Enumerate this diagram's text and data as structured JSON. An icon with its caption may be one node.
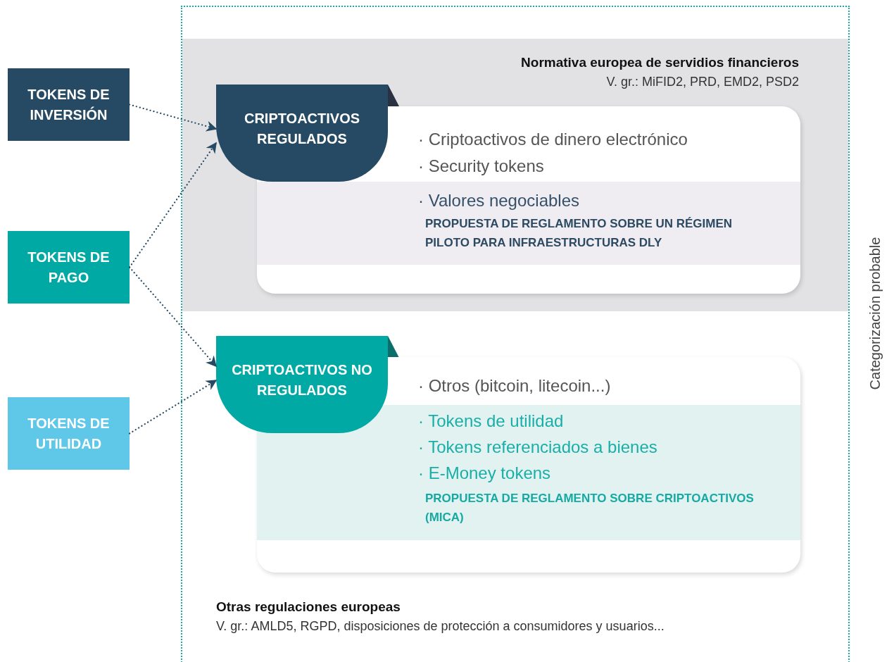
{
  "diagram": {
    "nodes": [
      {
        "text": [
          "TOKENS DE INVERSIÓN"
        ]
      },
      {
        "text": [
          "TOKENS DE PAGO"
        ]
      },
      {
        "text": [
          "TOKENS DE UTILIDAD"
        ]
      },
      {
        "text": [
          "Otras regulaciones europeas",
          "V. gr.: AMLD5, RGPD, disposiciones de protección a consumidores y usuarios..."
        ],
        "beside": [
          "Categorización probable"
        ]
      },
      {
        "text": [
          "Normativa europea de servidios financieros",
          "V. gr.: MiFID2, PRD, EMD2, PSD2"
        ],
        "in": 3
      },
      {
        "text": [
          "CRIPTOACTIVOS REGULADOS"
        ],
        "in": 4
      },
      {
        "text": [
          "· Criptoactivos de dinero electrónico",
          "· Security tokens"
        ],
        "in": 4
      },
      {
        "text": [
          "· Valores negociables",
          "PROPUESTA DE REGLAMENTO SOBRE UN RÉGIMEN PILOTO PARA INFRAESTRUCTURAS DLY"
        ],
        "in": 6
      },
      {
        "text": [
          "CRIPTOACTIVOS NO REGULADOS"
        ],
        "in": 3
      },
      {
        "text": [
          "· Otros (bitcoin, litecoin...)"
        ],
        "in": 3
      },
      {
        "text": [
          "· Tokens de utilidad",
          "· Tokens referenciados a bienes",
          "· E-Money tokens",
          "PROPUESTA DE REGLAMENTO SOBRE CRIPTOACTIVOS (MICA)"
        ],
        "in": 9
      }
    ],
    "edges": [
      {
        "from": 0,
        "to": 5,
        "arrow": "to"
      },
      {
        "from": 1,
        "to": 5,
        "arrow": "to"
      },
      {
        "from": 1,
        "to": 8,
        "arrow": "to"
      },
      {
        "from": 2,
        "to": 8,
        "arrow": "to"
      }
    ]
  }
}
